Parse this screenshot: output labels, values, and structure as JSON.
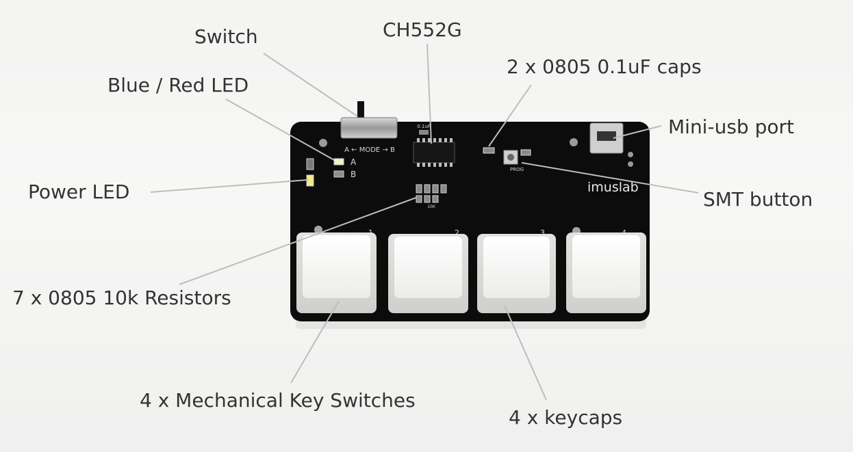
{
  "labels": {
    "switch": "Switch",
    "mcu": "CH552G",
    "caps": "2 x 0805 0.1uF caps",
    "led_blue_red": "Blue / Red LED",
    "usb": "Mini-usb port",
    "power_led": "Power LED",
    "smt_button": "SMT button",
    "resistors": "7 x 0805 10k Resistors",
    "key_switches": "4 x Mechanical Key Switches",
    "keycaps": "4 x keycaps"
  },
  "board": {
    "brand": "imuslab",
    "mode_text": "A ← MODE → B",
    "led_a": "A",
    "led_b": "B",
    "cap_text": "0.1uF",
    "prog_text": "PROG",
    "res_text": "10K",
    "key_numbers": [
      "1",
      "2",
      "3",
      "4"
    ]
  },
  "colors": {
    "pcb": "#0c0c0c",
    "keycap": "#f1f1ee",
    "label_text": "#333333",
    "leader_line": "#bdbdbd"
  }
}
